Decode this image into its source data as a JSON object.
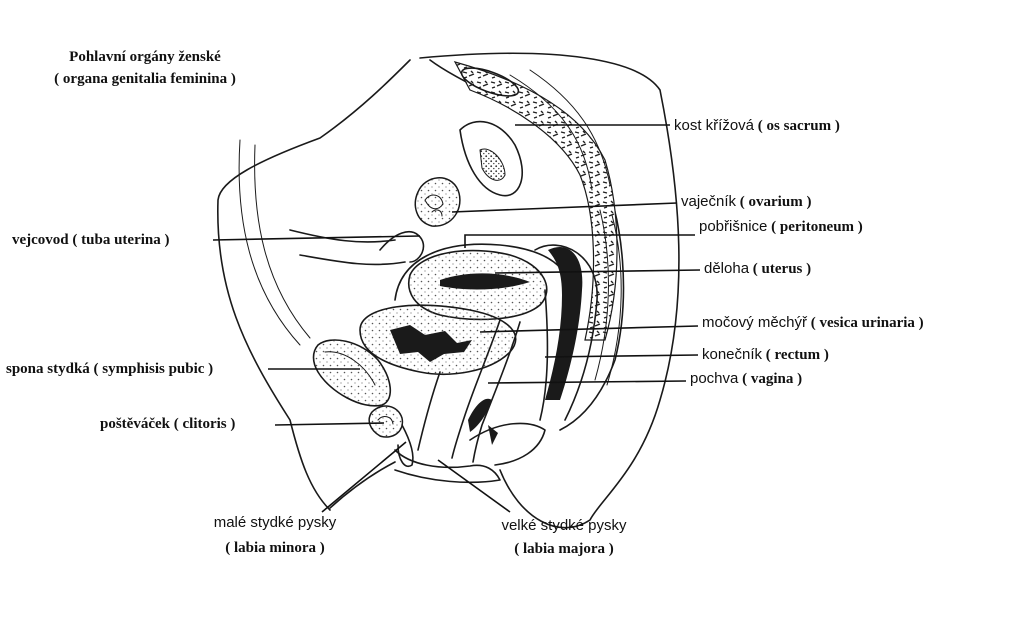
{
  "title": {
    "line1": "Pohlavní orgány ženské",
    "line2": "( organa genitalia feminina )"
  },
  "labels": [
    {
      "id": "sacrum",
      "czech": "kost křížová",
      "latin": "( os sacrum )"
    },
    {
      "id": "ovarium",
      "czech": "vaječník",
      "latin": "( ovarium )"
    },
    {
      "id": "peritoneum",
      "czech": "pobřišnice",
      "latin": "( peritoneum )"
    },
    {
      "id": "uterus",
      "czech": "děloha",
      "latin": "( uterus )"
    },
    {
      "id": "vesica",
      "czech": "močový měchýř",
      "latin": "( vesica urinaria )"
    },
    {
      "id": "rectum",
      "czech": "konečník",
      "latin": "( rectum )"
    },
    {
      "id": "vagina",
      "czech": "pochva",
      "latin": "( vagina )"
    },
    {
      "id": "tuba",
      "czech": "vejcovod",
      "latin": "( tuba uterina )"
    },
    {
      "id": "symphysis",
      "czech": "spona stydká",
      "latin": "( symphisis pubic )"
    },
    {
      "id": "clitoris",
      "czech": "poštěváček",
      "latin": "( clitoris )"
    },
    {
      "id": "minora",
      "czech": "malé stydké pysky",
      "latin": "( labia minora )"
    },
    {
      "id": "majora",
      "czech": "velké stydké pysky",
      "latin": "( labia majora )"
    }
  ]
}
